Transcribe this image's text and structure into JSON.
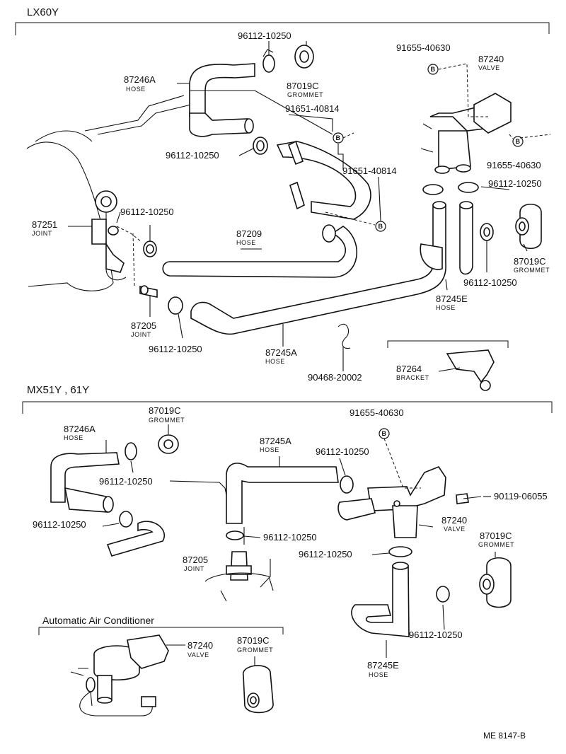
{
  "figure_code": "ME  8147-B",
  "section_lx60y": {
    "title": "LX60Y",
    "labels": {
      "clamp_top": "96112-10250",
      "grommet_top_pn": "87019C",
      "grommet_top_nm": "GROMMET",
      "hose_87246a_pn": "87246A",
      "hose_87246a_nm": "HOSE",
      "bolt_91651_a": "91651-40814",
      "bolt_91651_b": "91651-40814",
      "clamp_left": "96112-10250",
      "bolt_91655_top": "91655-40630",
      "valve_pn": "87240",
      "valve_nm": "VALVE",
      "bolt_91655_right": "91655-40630",
      "clamp_valve": "96112-10250",
      "joint_87251_pn": "87251",
      "joint_87251_nm": "JOINT",
      "clamp_joint": "96112-10250",
      "hose_87209_pn": "87209",
      "hose_87209_nm": "HOSE",
      "grommet_right_pn": "87019C",
      "grommet_right_nm": "GROMMET",
      "clamp_right": "96112-10250",
      "hose_87245e_pn": "87245E",
      "hose_87245e_nm": "HOSE",
      "joint_87205_pn": "87205",
      "joint_87205_nm": "JOINT",
      "clamp_bottom": "96112-10250",
      "hose_87245a_pn": "87245A",
      "hose_87245a_nm": "HOSE",
      "clip_pn": "90468-20002",
      "bracket_pn": "87264",
      "bracket_nm": "BRACKET"
    }
  },
  "section_mx51y": {
    "title": "MX51Y , 61Y",
    "labels": {
      "grommet_pn": "87019C",
      "grommet_nm": "GROMMET",
      "bolt_91655": "91655-40630",
      "hose_87246a_pn": "87246A",
      "hose_87246a_nm": "HOSE",
      "hose_87245a_pn": "87245A",
      "hose_87245a_nm": "HOSE",
      "clamp_mid": "96112-10250",
      "clamp_left_a": "96112-10250",
      "bolt_90119": "90119-06055",
      "valve_pn": "87240",
      "valve_nm": "VALVE",
      "clamp_left_b": "96112-10250",
      "clamp_joint": "96112-10250",
      "grommet_right_pn": "87019C",
      "grommet_right_nm": "GROMMET",
      "clamp_valve": "96112-10250",
      "joint_pn": "87205",
      "joint_nm": "JOINT",
      "clamp_right": "96112-10250",
      "hose_87245e_pn": "87245E",
      "hose_87245e_nm": "HOSE"
    }
  },
  "section_auto_ac": {
    "title": "Automatic Air Conditioner",
    "labels": {
      "valve_pn": "87240",
      "valve_nm": "VALVE",
      "grommet_pn": "87019C",
      "grommet_nm": "GROMMET"
    }
  },
  "bolt_marker": "B"
}
